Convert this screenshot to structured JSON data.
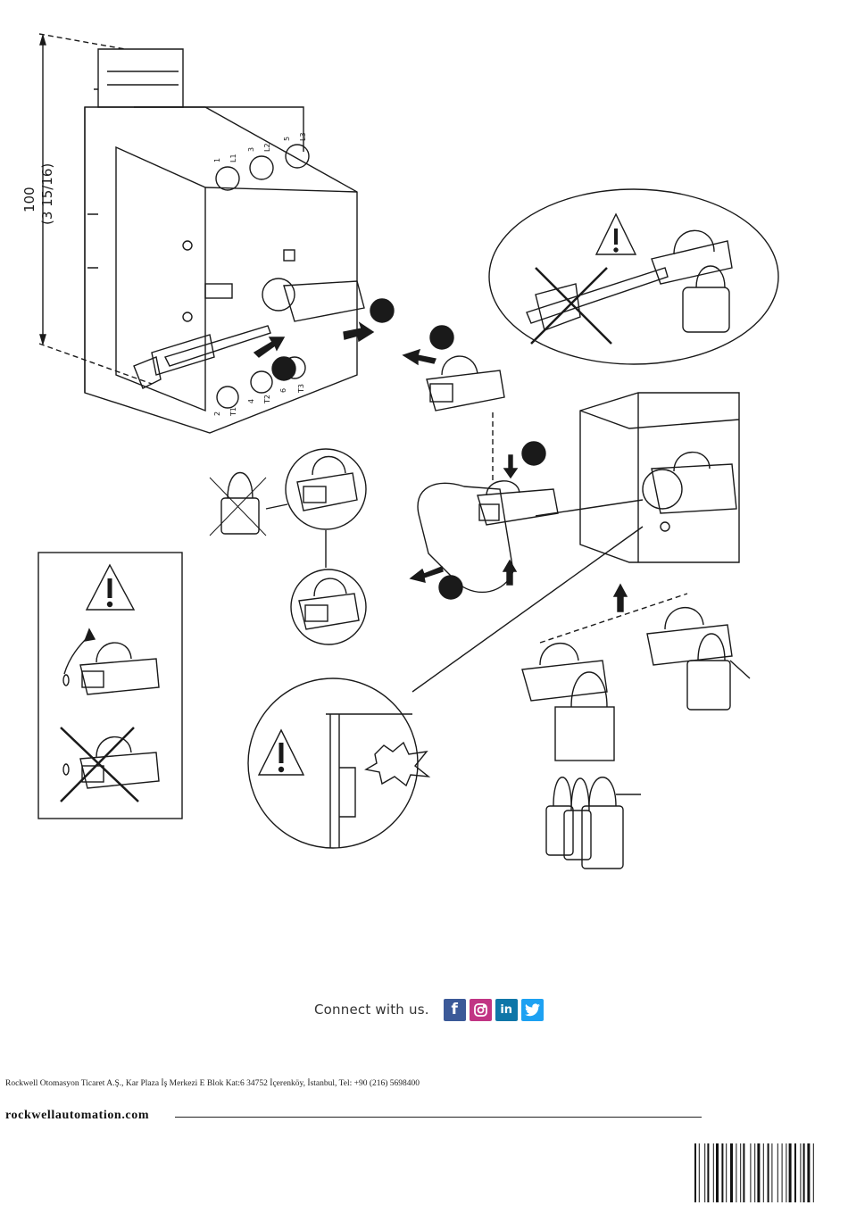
{
  "dimension": {
    "value": "100",
    "inches": "(3 15/16)"
  },
  "terminals": {
    "top": [
      "1",
      "L1",
      "3",
      "L2",
      "5",
      "L3"
    ],
    "bottom": [
      "2",
      "T1",
      "4",
      "T2",
      "6",
      "T3"
    ]
  },
  "footer": {
    "connect_label": "Connect with us.",
    "social": [
      "facebook-icon",
      "instagram-icon",
      "linkedin-icon",
      "twitter-icon"
    ],
    "address": "Rockwell Otomasyon Ticaret A.Ş., Kar Plaza İş Merkezi E Blok Kat:6 34752 İçerenköy, İstanbul, Tel: +90 (216) 5698400",
    "website": "rockwellautomation.com"
  }
}
